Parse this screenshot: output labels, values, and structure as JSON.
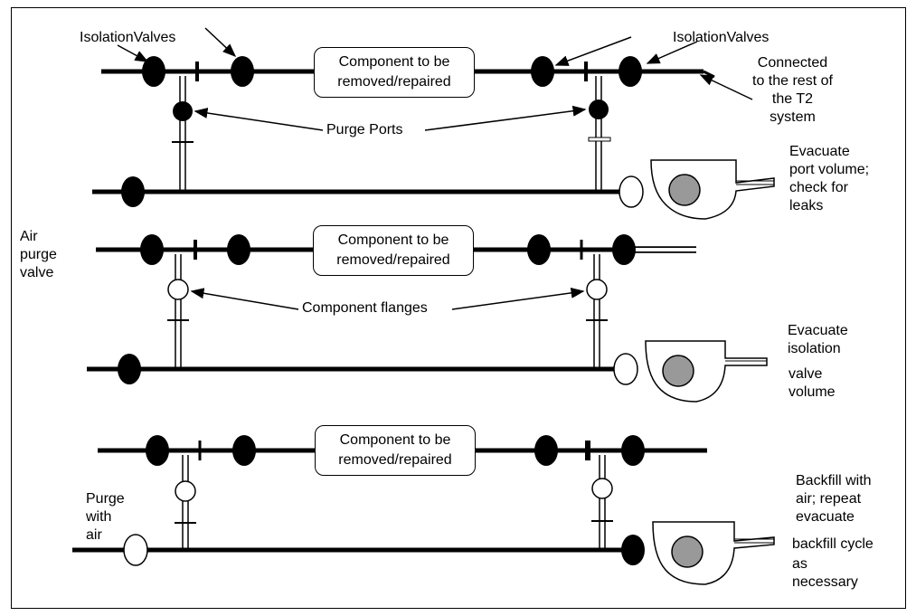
{
  "diagram": {
    "labels": {
      "isolation_valves_left": "IsolationValves",
      "isolation_valves_right": "IsolationValves",
      "connected_to_rest": "Connected\nto the rest of\nthe T2\nsystem",
      "purge_ports": "Purge Ports",
      "component_flanges": "Component flanges",
      "air_purge_valve": "Air\npurge\nvalve",
      "purge_with_air": "Purge\nwith\nair",
      "component_box_1": "Component to be\nremoved/repaired",
      "component_box_2": "Component to be\nremoved/repaired",
      "component_box_3": "Component to be\nremoved/repaired",
      "step_1": "Evacuate\nport volume;\ncheck for\nleaks",
      "step_2_a": "Evacuate\nisolation",
      "step_2_b": "valve\nvolume",
      "step_3_a": "Backfill with\nair; repeat\nevacuate",
      "step_3_b": "backfill cycle",
      "step_3_c": "as\nnecessary"
    }
  }
}
